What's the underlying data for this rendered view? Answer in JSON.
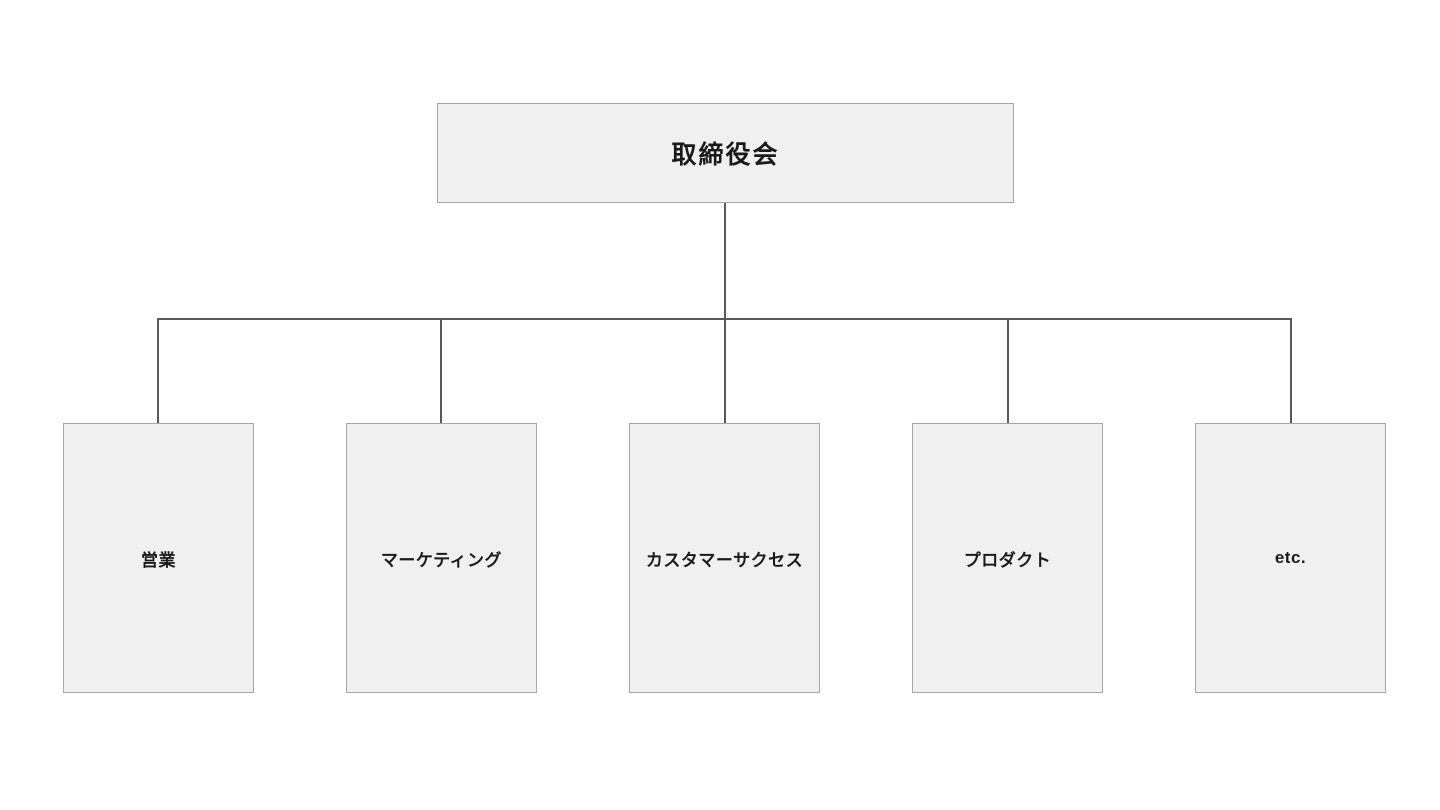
{
  "diagram": {
    "type": "org-chart",
    "root": {
      "label": "取締役会"
    },
    "departments": [
      {
        "label": "営業"
      },
      {
        "label": "マーケティング"
      },
      {
        "label": "カスタマーサクセス"
      },
      {
        "label": "プロダクト"
      },
      {
        "label": "etc."
      }
    ]
  },
  "colors": {
    "background": "#ffffff",
    "node_fill": "#f0f0f0",
    "node_border": "#a6a6a6",
    "connector": "#595959",
    "text": "#1a1a1a"
  }
}
